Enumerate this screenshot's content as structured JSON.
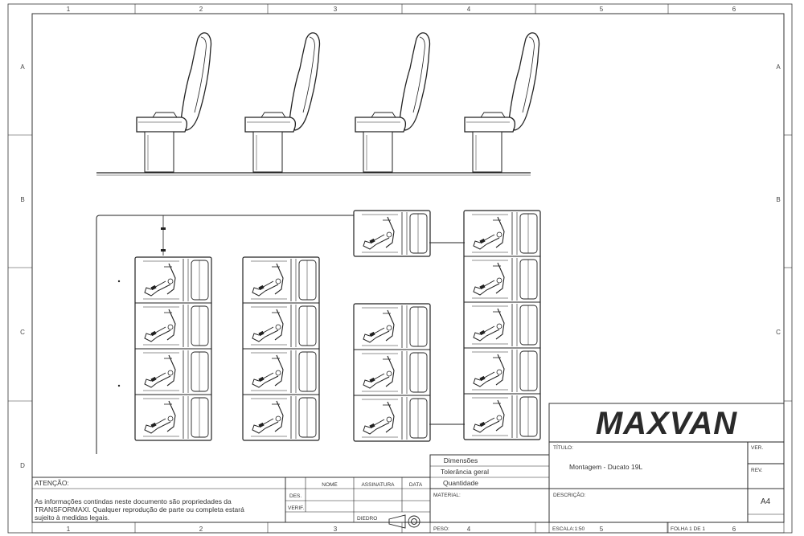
{
  "border": {
    "columns": [
      "1",
      "2",
      "3",
      "4",
      "5",
      "6"
    ],
    "rows": [
      "A",
      "B",
      "C",
      "D"
    ]
  },
  "title_block": {
    "brand": "MAXVAN",
    "title_label": "TÍTULO:",
    "title": "Montagem - Ducato 19L",
    "ver_label": "VER.",
    "rev_label": "REV.",
    "description_label": "DESCRIÇÃO:",
    "sheet_size": "A4",
    "material_label": "MATERIAL:",
    "weight_label": "PESO:",
    "scale": "ESCALA:1:50",
    "sheet_number": "FOLHA 1 DE 1",
    "dimensions": "Dimensões",
    "tolerance": "Tolerância geral",
    "quantity": "Quantidade",
    "col_nome": "NOME",
    "col_assinatura": "ASSINATURA",
    "col_data": "DATA",
    "row_des": "DES.",
    "row_verif": "VERIF.",
    "diedro_label": "DIEDRO",
    "notice_title": "ATENÇÃO:",
    "notice_line1": "As informações contindas neste documento são propriedades da",
    "notice_line2": "TRANSFORMAXI. Qualquer reprodução de parte ou completa estará",
    "notice_line3": "sujeito à medidas legais."
  }
}
